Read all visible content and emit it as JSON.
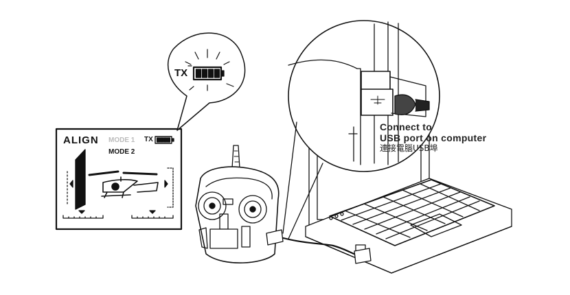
{
  "lcd": {
    "brand": "ALIGN",
    "mode_inactive": "MODE 1",
    "mode_active": "MODE 2",
    "tx_label": "TX"
  },
  "bubble": {
    "tx_label": "TX",
    "battery_bars": 4
  },
  "callout": {
    "line1": "Connect to",
    "line2": "USB port on computer",
    "line3": "連接電腦USB埠"
  },
  "colors": {
    "ink": "#111111",
    "faint": "#bbbbbb",
    "paper": "#ffffff"
  }
}
